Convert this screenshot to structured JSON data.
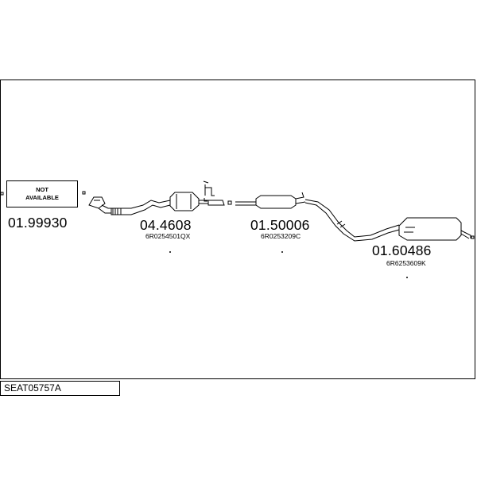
{
  "diagram": {
    "not_available": {
      "line1": "NOT",
      "line2": "AVAILABLE"
    },
    "parts": [
      {
        "part_number": "01.99930",
        "oem": ""
      },
      {
        "part_number": "04.4608",
        "oem": "6R0254501QX"
      },
      {
        "part_number": "01.50006",
        "oem": "6R0253209C"
      },
      {
        "part_number": "01.60486",
        "oem": "6R6253609K"
      }
    ],
    "model_code": "SEAT05757A"
  }
}
